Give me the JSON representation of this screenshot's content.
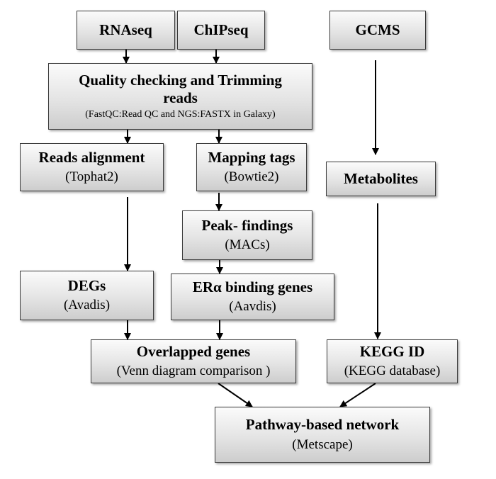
{
  "nodes": {
    "rnaseq": {
      "title": "RNAseq"
    },
    "chipseq": {
      "title": "ChIPseq"
    },
    "gcms": {
      "title": "GCMS"
    },
    "quality": {
      "title": "Quality checking and Trimming reads",
      "sub": "(FastQC:Read QC and NGS:FASTX in Galaxy)"
    },
    "reads_alignment": {
      "title": "Reads alignment",
      "sub": "(Tophat2)"
    },
    "mapping_tags": {
      "title": "Mapping tags",
      "sub": "(Bowtie2)"
    },
    "metabolites": {
      "title": "Metabolites"
    },
    "peak_findings": {
      "title": "Peak- findings",
      "sub": "(MACs)"
    },
    "degs": {
      "title": "DEGs",
      "sub": "(Avadis)"
    },
    "era_binding": {
      "title": "ERα binding genes",
      "sub": "(Aavdis)"
    },
    "overlapped": {
      "title": "Overlapped genes",
      "sub": "(Venn diagram comparison )"
    },
    "kegg_id": {
      "title": "KEGG ID",
      "sub": "(KEGG database)"
    },
    "pathway": {
      "title": "Pathway-based network",
      "sub": "(Metscape)"
    }
  },
  "edges": [
    [
      "rnaseq",
      "quality"
    ],
    [
      "chipseq",
      "quality"
    ],
    [
      "quality",
      "reads_alignment"
    ],
    [
      "quality",
      "mapping_tags"
    ],
    [
      "gcms",
      "metabolites"
    ],
    [
      "mapping_tags",
      "peak_findings"
    ],
    [
      "reads_alignment",
      "degs"
    ],
    [
      "peak_findings",
      "era_binding"
    ],
    [
      "metabolites",
      "kegg_id"
    ],
    [
      "degs",
      "overlapped"
    ],
    [
      "era_binding",
      "overlapped"
    ],
    [
      "overlapped",
      "pathway"
    ],
    [
      "kegg_id",
      "pathway"
    ]
  ]
}
